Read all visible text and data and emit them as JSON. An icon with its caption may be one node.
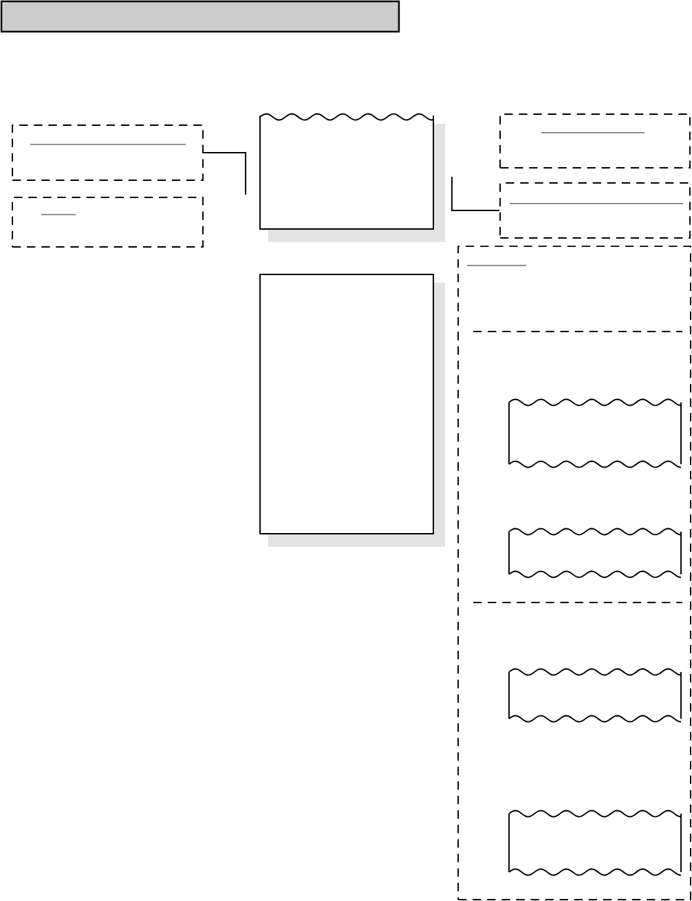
{
  "diagram": {
    "nodes": [
      {
        "text": [],
        "shape": "bar"
      },
      {
        "text": [],
        "shape": "box"
      },
      {
        "text": [],
        "shape": "box"
      },
      {
        "text": [],
        "shape": "box"
      },
      {
        "text": [],
        "shape": "box"
      },
      {
        "text": [],
        "shape": "box"
      },
      {
        "text": [],
        "shape": "box"
      },
      {
        "text": [],
        "shape": "box"
      },
      {
        "text": [],
        "shape": "tape",
        "in": 7
      },
      {
        "text": [],
        "shape": "tape",
        "in": 7
      },
      {
        "text": [],
        "shape": "tape",
        "in": 7
      },
      {
        "text": [],
        "shape": "tape",
        "in": 7
      }
    ],
    "edges": [
      {
        "from": 1,
        "to": 3,
        "arrow": "none"
      },
      {
        "from": 6,
        "to": 3,
        "arrow": "none"
      }
    ]
  }
}
